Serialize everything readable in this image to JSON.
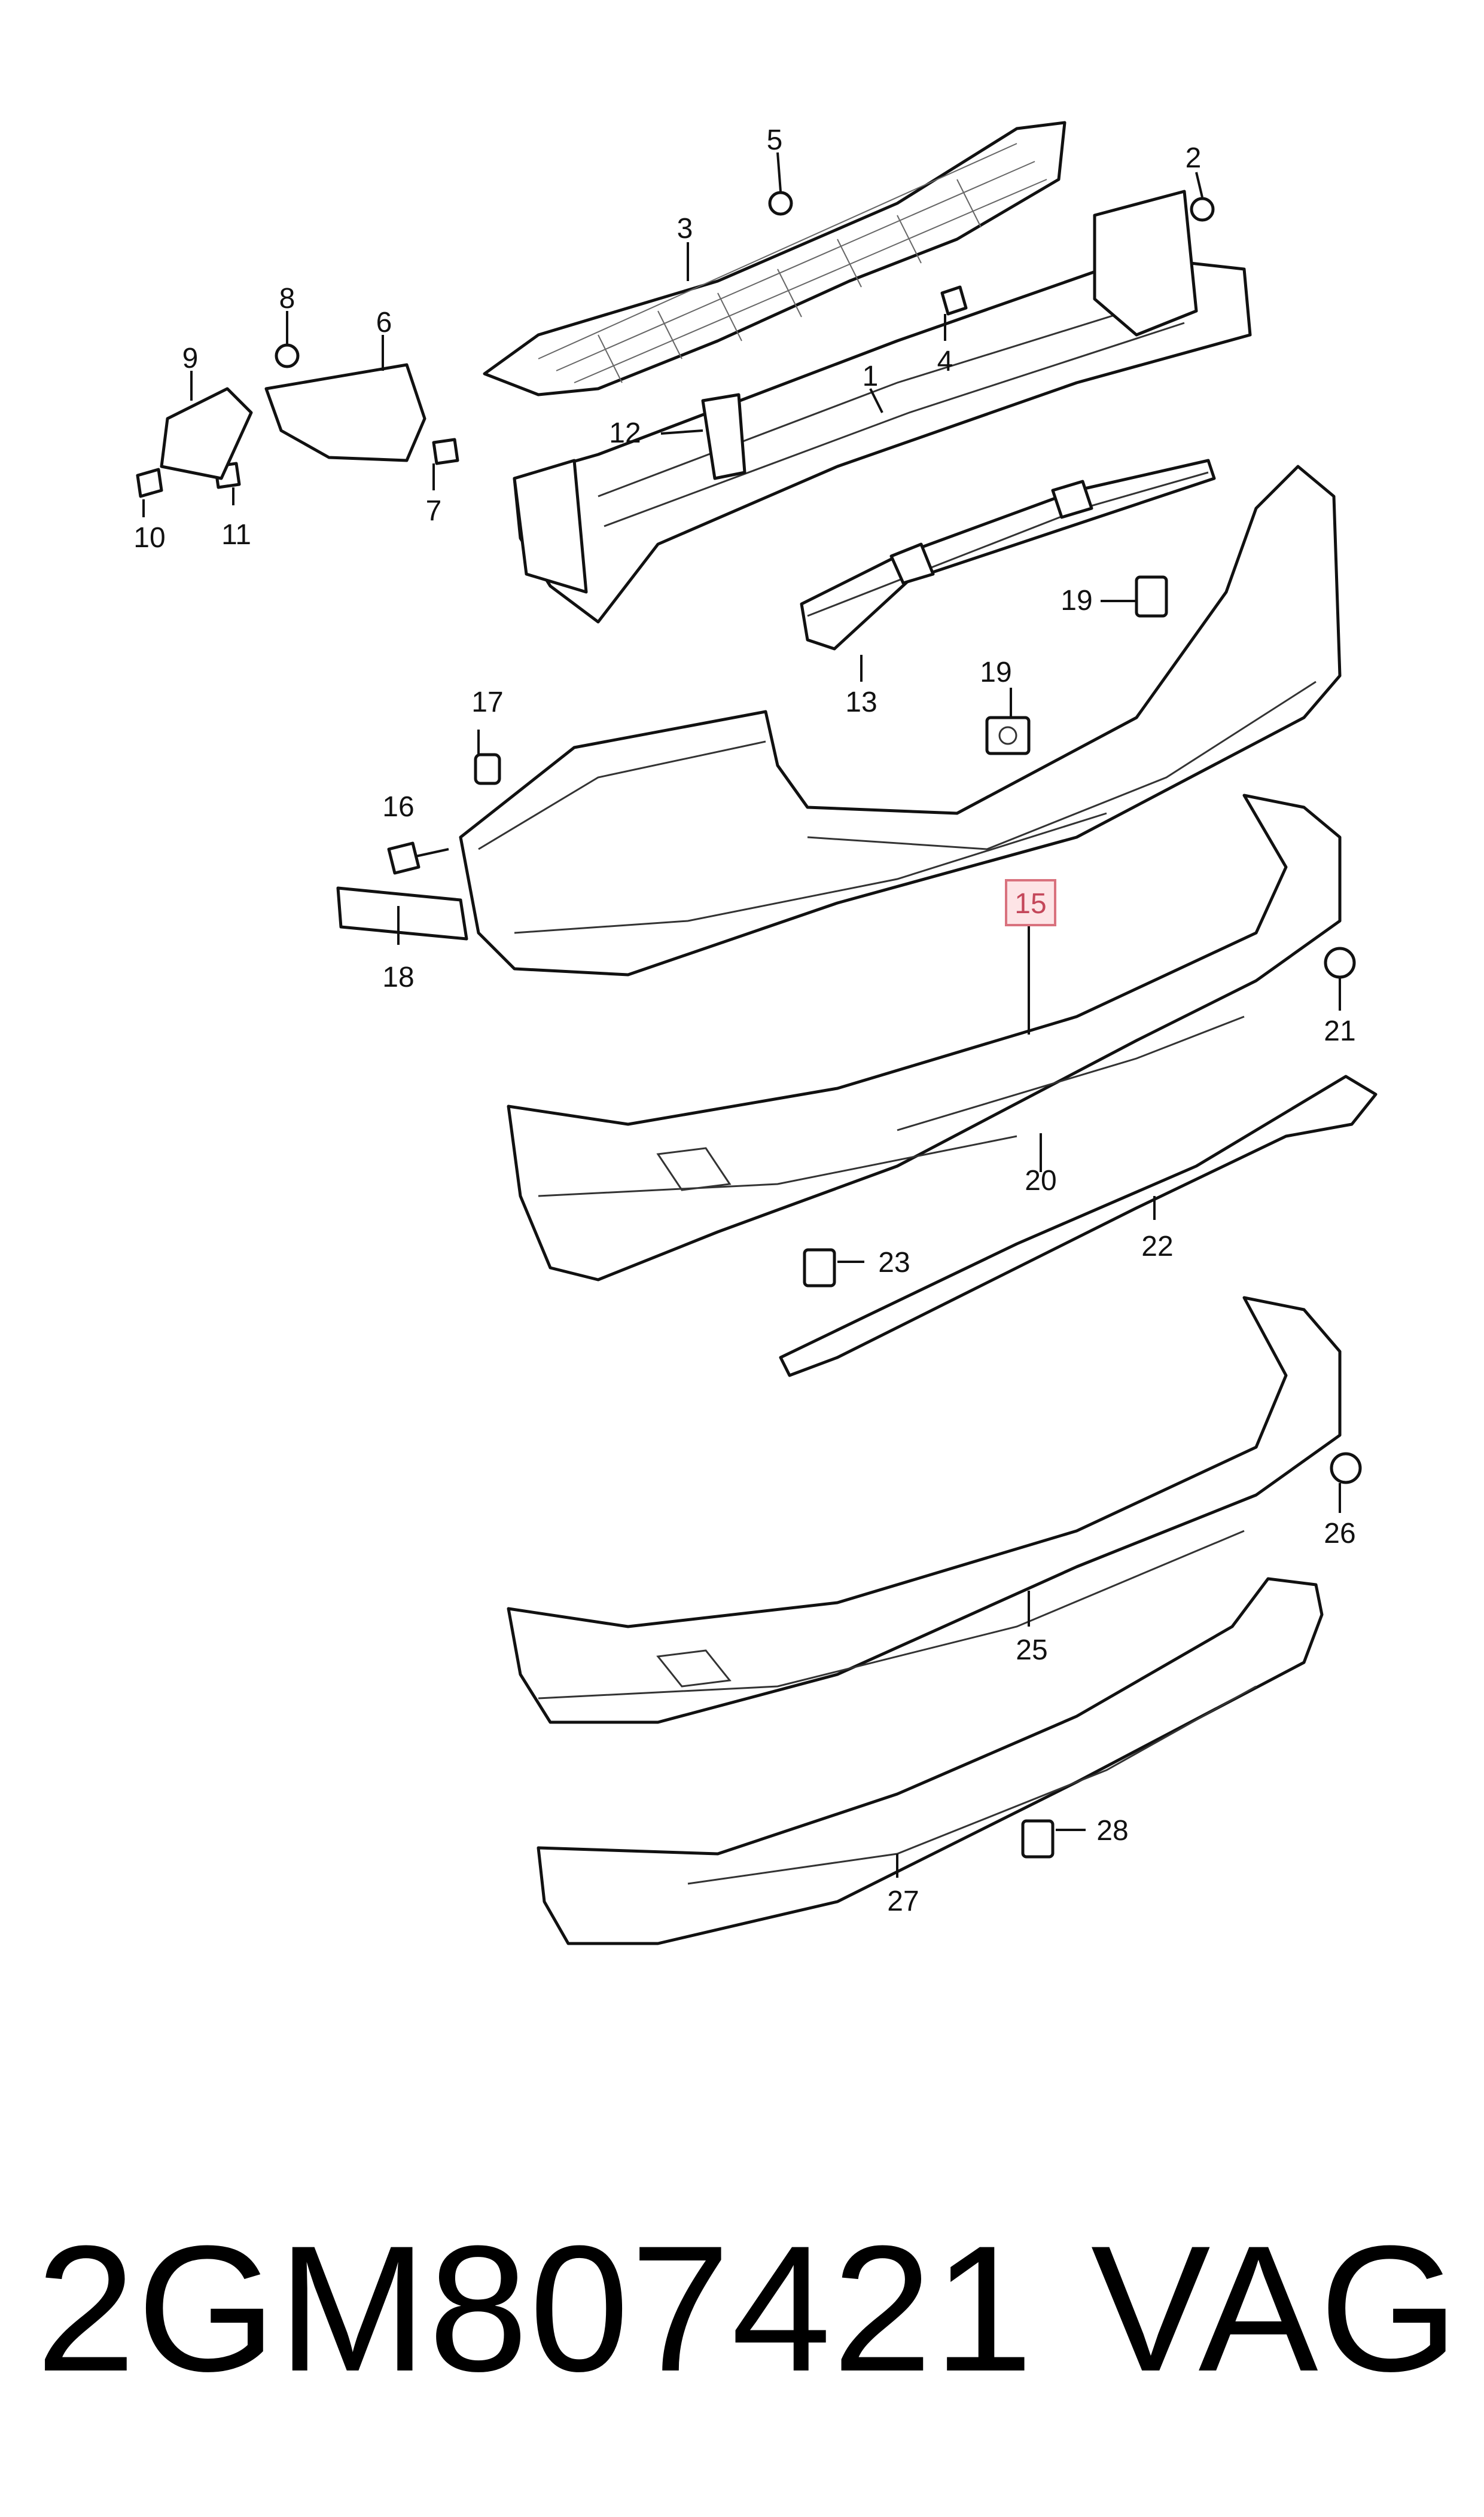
{
  "callouts": {
    "c1": "1",
    "c2": "2",
    "c3": "3",
    "c4": "4",
    "c5": "5",
    "c6": "6",
    "c7": "7",
    "c8": "8",
    "c9": "9",
    "c10": "10",
    "c11": "11",
    "c12": "12",
    "c13": "13",
    "c15": "15",
    "c16": "16",
    "c17": "17",
    "c18": "18",
    "c19": "19",
    "c20": "20",
    "c21": "21",
    "c22": "22",
    "c23": "23",
    "c25": "25",
    "c26": "26",
    "c27": "27",
    "c28": "28"
  },
  "highlighted_part": "15",
  "footer": {
    "part_number": "2GM807421",
    "brand": "VAG"
  }
}
